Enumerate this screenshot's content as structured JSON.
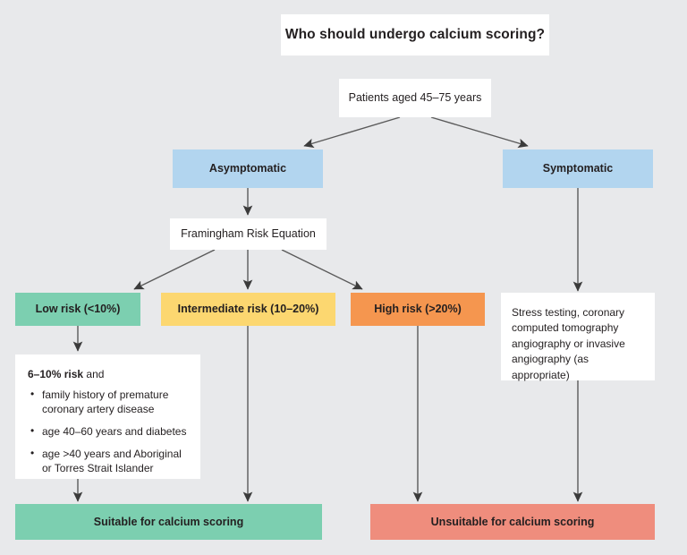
{
  "diagram": {
    "title": "Who should undergo calcium scoring?",
    "background_color": "#e8e9eb",
    "nodes": {
      "title": {
        "label": "Who should undergo calcium scoring?"
      },
      "patients": {
        "label": "Patients aged 45–75 years"
      },
      "asymptomatic": {
        "label": "Asymptomatic",
        "color": "#b2d5ef"
      },
      "symptomatic": {
        "label": "Symptomatic",
        "color": "#b2d5ef"
      },
      "framingham": {
        "label": "Framingham Risk Equation"
      },
      "low_risk": {
        "label": "Low risk (<10%)",
        "color": "#7ccfb0"
      },
      "intermediate_risk": {
        "label": "Intermediate risk (10–20%)",
        "color": "#fcd770"
      },
      "high_risk": {
        "label": "High risk (>20%)",
        "color": "#f5964f"
      },
      "stress_testing": {
        "label": "Stress testing, coronary computed tomography angiography or invasive angiography (as appropriate)"
      },
      "criteria": {
        "heading_bold": "6–10% risk",
        "heading_rest": " and",
        "items": [
          "family history of premature coronary artery disease",
          "age 40–60 years and diabetes",
          "age >40 years and Aboriginal or Torres Strait Islander"
        ]
      },
      "suitable": {
        "label": "Suitable for calcium scoring",
        "color": "#7ccfb0"
      },
      "unsuitable": {
        "label": "Unsuitable for calcium scoring",
        "color": "#ef8d7d"
      }
    }
  }
}
